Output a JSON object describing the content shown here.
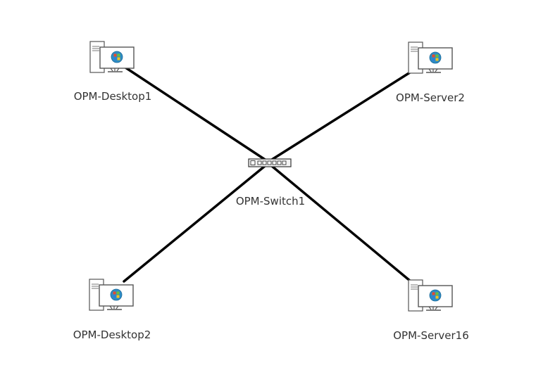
{
  "diagram": {
    "switch": {
      "label": "OPM-Switch1",
      "icon": "network-switch-icon"
    },
    "nodes": [
      {
        "id": "desktop1",
        "label": "OPM-Desktop1",
        "icon": "desktop-computer-icon"
      },
      {
        "id": "server2",
        "label": "OPM-Server2",
        "icon": "server-computer-icon"
      },
      {
        "id": "desktop2",
        "label": "OPM-Desktop2",
        "icon": "desktop-computer-icon"
      },
      {
        "id": "server16",
        "label": "OPM-Server16",
        "icon": "server-computer-icon"
      }
    ],
    "links": [
      {
        "from": "desktop1",
        "to": "switch"
      },
      {
        "from": "server2",
        "to": "switch"
      },
      {
        "from": "desktop2",
        "to": "switch"
      },
      {
        "from": "server16",
        "to": "switch"
      }
    ]
  }
}
